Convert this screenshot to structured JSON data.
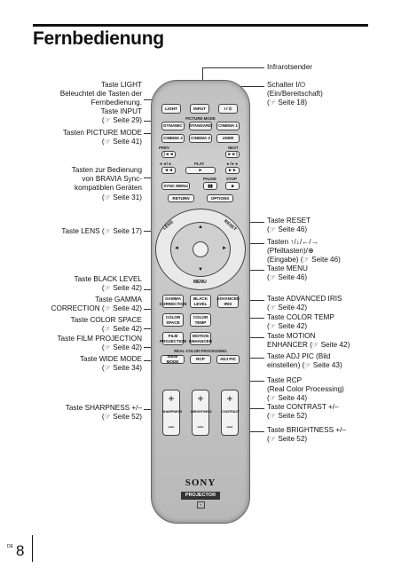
{
  "page": {
    "title": "Fernbedienung",
    "number": "8",
    "lang": "DE"
  },
  "left_labels": [
    "Taste LIGHT\nBeleuchtet die Tasten der\nFernbedienung.",
    "Taste INPUT\n(☞ Seite 29)",
    "Tasten PICTURE MODE\n(☞ Seite 41)",
    "Tasten zur Bedienung\nvon BRAVIA Sync-\nkompatiblen Geräten\n(☞ Seite 31)",
    "Taste LENS (☞ Seite 17)",
    "Taste BLACK LEVEL\n(☞ Seite 42)",
    "Taste GAMMA\nCORRECTION (☞ Seite 42)",
    "Taste COLOR SPACE\n(☞ Seite 42)",
    "Taste FILM PROJECTION\n(☞ Seite 42)",
    "Taste WIDE MODE\n(☞ Seite 34)",
    "Taste SHARPNESS +/–\n(☞ Seite 52)"
  ],
  "right_labels": [
    "Infrarotsender",
    "Schalter I/⏻\n(Ein/Bereitschaft)\n(☞ Seite 18)",
    "Taste RESET\n(☞ Seite 46)",
    "Tasten ↑/↓/←/→\n(Pfeiltasten)/⊕\n(Eingabe) (☞ Seite 46)",
    "Taste MENU\n(☞ Seite 46)",
    "Taste ADVANCED IRIS\n(☞ Seite 42)",
    "Taste COLOR TEMP\n(☞ Seite 42)",
    "Taste MOTION\nENHANCER (☞ Seite 42)",
    "Taste ADJ PIC (Bild\neinstellen) (☞ Seite 43)",
    "Taste RCP\n(Real Color Processing)\n(☞ Seite 44)",
    "Taste CONTRAST +/–\n(☞ Seite 52)",
    "Taste BRIGHTNESS +/–\n(☞ Seite 52)"
  ],
  "remote": {
    "top_buttons": [
      "LIGHT",
      "INPUT",
      "I / ⏻"
    ],
    "picture_mode_label": "PICTURE MODE",
    "picture_mode": [
      "DYNAMIC",
      "STANDARD",
      "CINEMA 1",
      "CINEMA 2",
      "CINEMA 3",
      "USER"
    ],
    "prev": "PREV",
    "next": "NEXT",
    "transport_labels": [
      "◄◄/◄",
      "PLAY",
      "►/►►"
    ],
    "sync_menu": "SYNC MENU",
    "pause": "PAUSE",
    "stop": "STOP",
    "return": "RETURN",
    "options": "OPTIONS",
    "lens": "LENS",
    "reset": "RESET",
    "menu": "MENU",
    "grid": [
      "GAMMA\nCORRECTION",
      "BLACK\nLEVEL",
      "ADVANCED\nIRIS",
      "COLOR\nSPACE",
      "COLOR\nTEMP",
      "",
      "FILM\nPROJECTION",
      "MOTION\nENHANCER",
      ""
    ],
    "rcp_label": "REAL COLOR PROCESSING",
    "bottom_row": [
      "WIDE MODE",
      "RCP",
      "ADJ PIC"
    ],
    "pm_caps": [
      "SHARPNESS",
      "BRIGHTNESS",
      "CONTRAST"
    ],
    "brand": "SONY",
    "product": "PROJECTOR"
  }
}
